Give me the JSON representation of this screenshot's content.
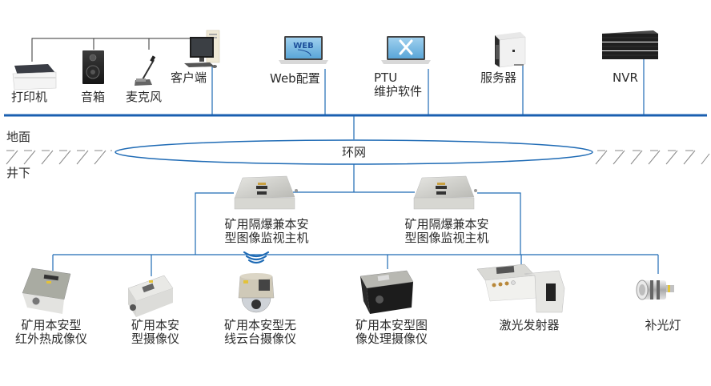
{
  "diagram": {
    "title": "",
    "colors": {
      "line": "#1f6bb5",
      "top_bus": "#1a5fb0",
      "black_line": "#333333",
      "text": "#2b2b2b",
      "hatch": "#888888"
    },
    "zones": {
      "ground": "地面",
      "underground": "井下"
    },
    "ring_network": {
      "label": "环网"
    },
    "surface_devices": [
      {
        "id": "printer",
        "label": "打印机",
        "icon": "printer-icon"
      },
      {
        "id": "speaker",
        "label": "音箱",
        "icon": "speaker-icon"
      },
      {
        "id": "microphone",
        "label": "麦克风",
        "icon": "microphone-icon"
      },
      {
        "id": "client",
        "label": "客户端",
        "icon": "desktop-pc-icon"
      },
      {
        "id": "web",
        "label": "Web配置",
        "icon": "laptop-web-icon",
        "screen_text": "WEB"
      },
      {
        "id": "ptu",
        "label_line1": "PTU",
        "label_line2": "维护软件",
        "icon": "laptop-tools-icon"
      },
      {
        "id": "server",
        "label": "服务器",
        "icon": "tower-server-icon"
      },
      {
        "id": "nvr",
        "label": "NVR",
        "icon": "rack-nvr-icon"
      }
    ],
    "hosts": [
      {
        "id": "host-1",
        "label_line1": "矿用隔爆兼本安",
        "label_line2": "型图像监视主机",
        "icon": "explosion-proof-box-icon"
      },
      {
        "id": "host-2",
        "label_line1": "矿用隔爆兼本安",
        "label_line2": "型图像监视主机",
        "icon": "explosion-proof-box-icon"
      }
    ],
    "field_devices": [
      {
        "id": "ir-camera",
        "label_line1": "矿用本安型",
        "label_line2": "红外热成像仪",
        "icon": "thermal-camera-icon"
      },
      {
        "id": "camera",
        "label_line1": "矿用本安",
        "label_line2": "型摄像仪",
        "icon": "camera-box-icon"
      },
      {
        "id": "ptz-camera",
        "label_line1": "矿用本安型无",
        "label_line2": "线云台摄像仪",
        "icon": "dome-camera-icon"
      },
      {
        "id": "img-proc-camera",
        "label_line1": "矿用本安型图",
        "label_line2": "像处理摄像仪",
        "icon": "processing-camera-icon"
      },
      {
        "id": "laser",
        "label": "激光发射器",
        "icon": "laser-emitter-icon"
      },
      {
        "id": "fill-light",
        "label": "补光灯",
        "icon": "fill-light-icon"
      }
    ]
  }
}
